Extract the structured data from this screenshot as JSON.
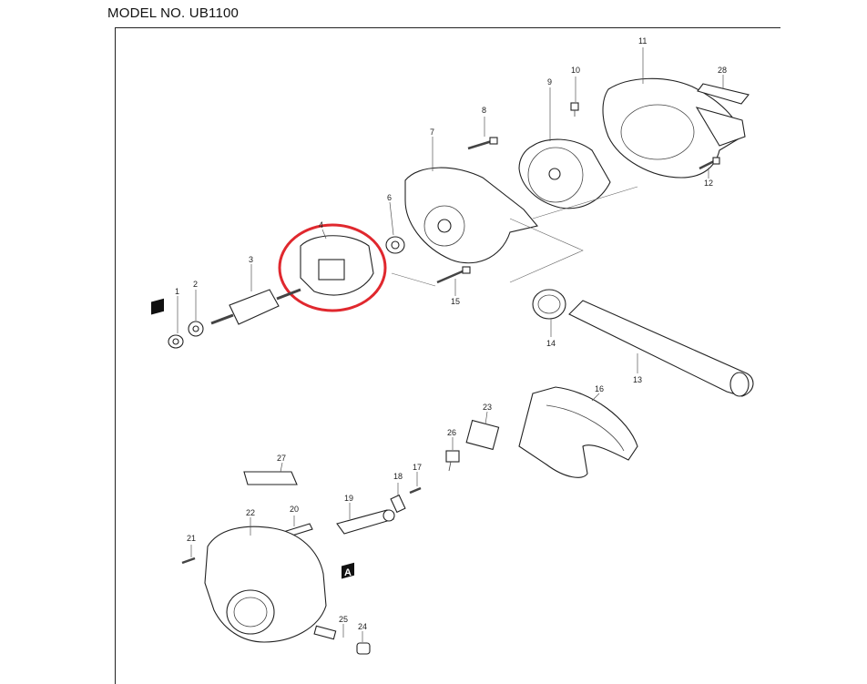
{
  "title": "MODEL NO. UB1100",
  "reference_marker": "A",
  "highlight_color": "#e0282e",
  "parts": [
    {
      "no": "1"
    },
    {
      "no": "2"
    },
    {
      "no": "3"
    },
    {
      "no": "4"
    },
    {
      "no": "6"
    },
    {
      "no": "7"
    },
    {
      "no": "8"
    },
    {
      "no": "9"
    },
    {
      "no": "10"
    },
    {
      "no": "11"
    },
    {
      "no": "12"
    },
    {
      "no": "13"
    },
    {
      "no": "14"
    },
    {
      "no": "15"
    },
    {
      "no": "16"
    },
    {
      "no": "17"
    },
    {
      "no": "18"
    },
    {
      "no": "19"
    },
    {
      "no": "20"
    },
    {
      "no": "21"
    },
    {
      "no": "22"
    },
    {
      "no": "23"
    },
    {
      "no": "24"
    },
    {
      "no": "25"
    },
    {
      "no": "26"
    },
    {
      "no": "27"
    },
    {
      "no": "28"
    }
  ],
  "highlighted_part": "4"
}
